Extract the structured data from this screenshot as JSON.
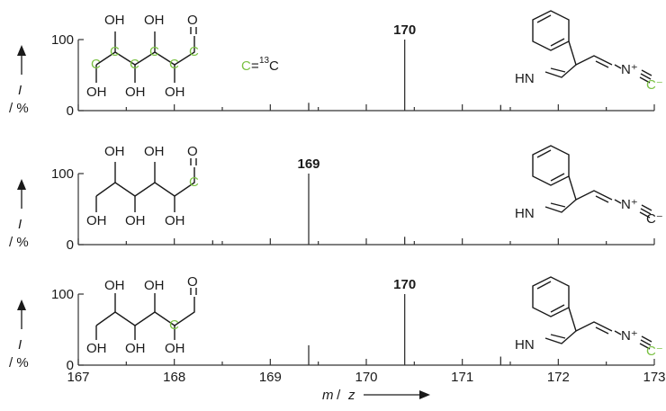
{
  "chart_data": [
    {
      "type": "bar",
      "panel": "top",
      "x": [
        169.4,
        170.4,
        171.4
      ],
      "y": [
        11,
        100,
        8
      ],
      "xlim": [
        167,
        173
      ],
      "ylim": [
        0,
        100
      ],
      "yticks": [
        0,
        100
      ],
      "ylabel": "I",
      "yunit": "/ %",
      "peak_label": "170",
      "peak_label_x": 170.4,
      "legend_note": "C=¹³C"
    },
    {
      "type": "bar",
      "panel": "middle",
      "x": [
        168.4,
        169.4,
        170.4
      ],
      "y": [
        6,
        100,
        11
      ],
      "xlim": [
        167,
        173
      ],
      "ylim": [
        0,
        100
      ],
      "yticks": [
        0,
        100
      ],
      "ylabel": "I",
      "yunit": "/ %",
      "peak_label": "169",
      "peak_label_x": 169.4
    },
    {
      "type": "bar",
      "panel": "bottom",
      "x": [
        169.4,
        170.4,
        171.4
      ],
      "y": [
        28,
        100,
        12
      ],
      "xlim": [
        167,
        173
      ],
      "ylim": [
        0,
        100
      ],
      "yticks": [
        0,
        100
      ],
      "ylabel": "I",
      "yunit": "/ %",
      "peak_label": "170",
      "peak_label_x": 170.4
    }
  ],
  "x_axis": {
    "ticks": [
      "167",
      "168",
      "169",
      "170",
      "171",
      "172",
      "173"
    ],
    "title_m": "m",
    "title_sep": " / ",
    "title_z": "z"
  },
  "chemistry": {
    "oh": "OH",
    "o": "O",
    "c": "C",
    "hn": "HN",
    "n_plus": "N⁺",
    "c_minus": "C⁻",
    "c13_eq": "=",
    "c13_sup": "13",
    "c13_c": "C"
  },
  "colors": {
    "label_green": "#7ac143",
    "ink": "#1a1a1a"
  }
}
